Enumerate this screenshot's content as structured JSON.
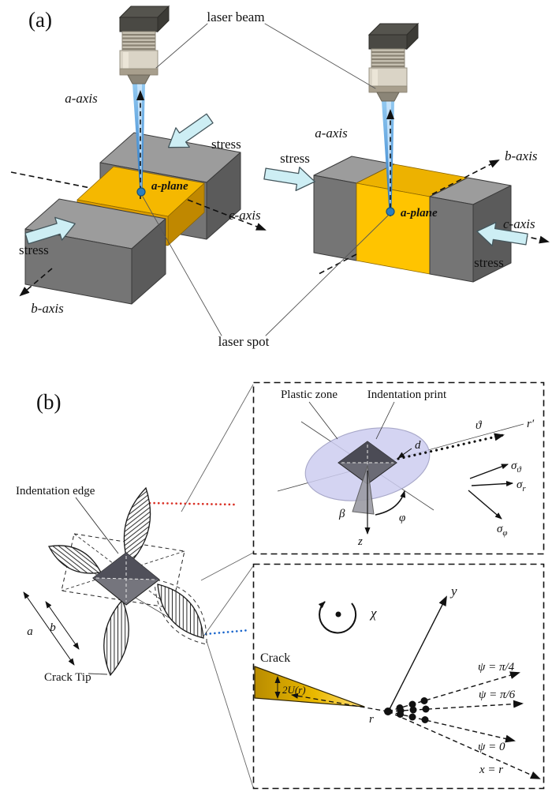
{
  "colors": {
    "laser_beam": "#1a6fc4",
    "laser_spot": "#2b7fc0",
    "sample_yellow": "#f5b800",
    "block_gray": "#7a7a7a",
    "stress_arrow": "#cdeef4",
    "crack_gold": "#eab900",
    "plastic_zone": "#cdcdf0",
    "red_dotted": "#d93025",
    "blue_dotted": "#1a66cc"
  },
  "panel_a": {
    "label": "(a)",
    "laser_beam": "laser beam",
    "laser_spot": "laser spot",
    "left": {
      "a_axis": "a-axis",
      "b_axis": "b-axis",
      "c_axis": "c-axis",
      "a_plane": "a-plane",
      "stress_upper": "stress",
      "stress_lower": "stress"
    },
    "right": {
      "a_axis": "a-axis",
      "b_axis": "b-axis",
      "c_axis": "c-axis",
      "a_plane": "a-plane",
      "stress_left": "stress",
      "stress_right": "stress"
    }
  },
  "panel_b": {
    "label": "(b)",
    "indentation_edge": "Indentation edge",
    "crack_tip": "Crack Tip",
    "dim_a": "a",
    "dim_b": "b",
    "top_inset": {
      "plastic_zone": "Plastic zone",
      "indentation_print": "Indentation print",
      "theta": "ϑ",
      "r_prime": "r′",
      "d": "d",
      "beta": "β",
      "phi": "φ",
      "z": "z",
      "sigma": "σ",
      "sub_theta": "ϑ",
      "sub_r": "r",
      "sub_phi": "φ"
    },
    "bottom_inset": {
      "chi": "χ",
      "y_axis": "y",
      "crack": "Crack",
      "opening": "2U(r)",
      "r": "r",
      "psi_pi4": "ψ = π/4",
      "psi_pi6": "ψ = π/6",
      "psi_0": "ψ = 0",
      "x_eq_r": "x = r"
    }
  }
}
